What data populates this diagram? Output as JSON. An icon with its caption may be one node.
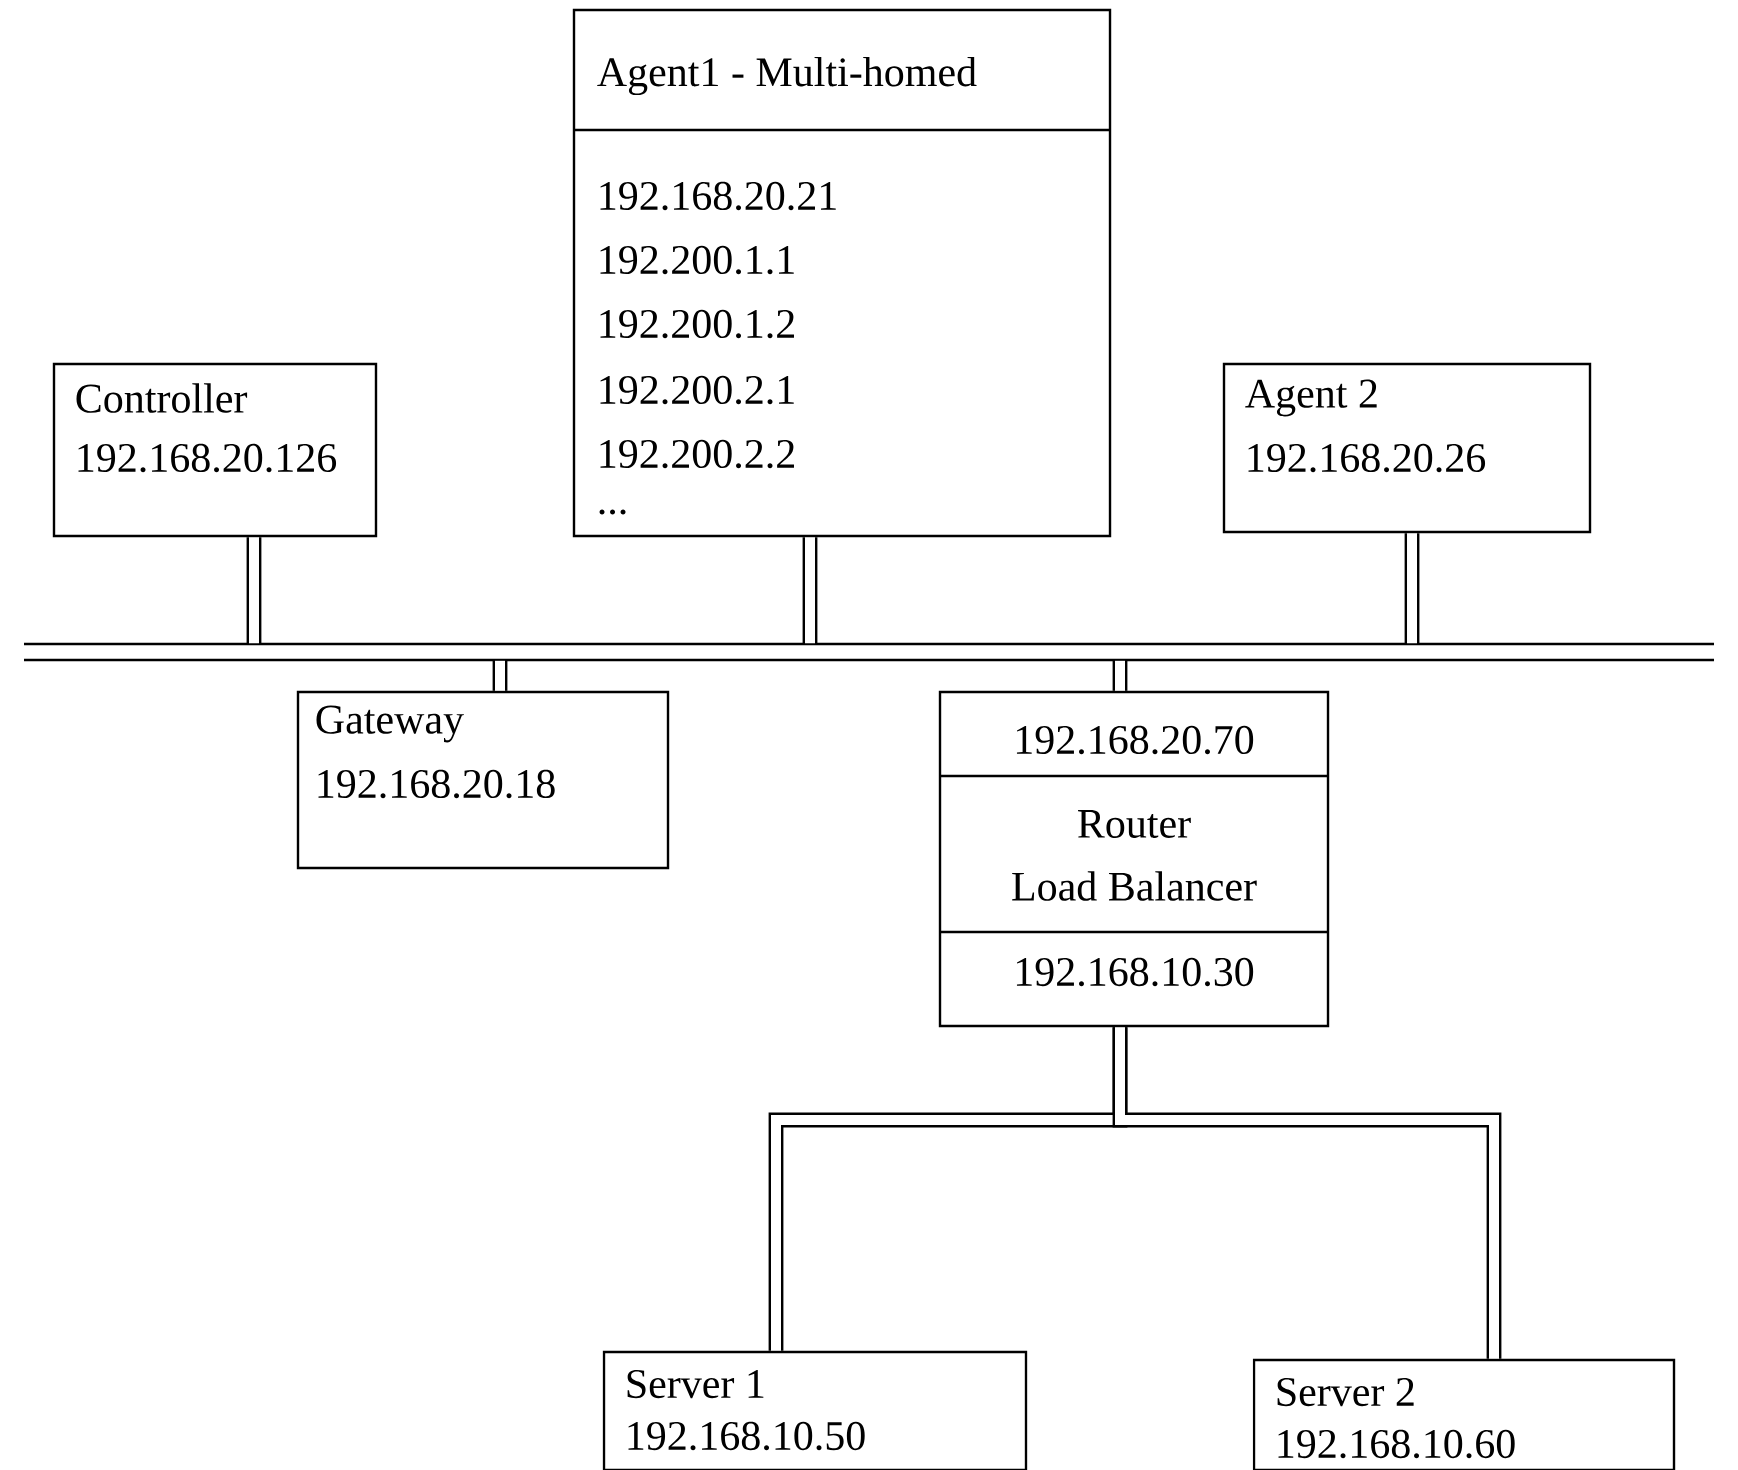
{
  "diagram": {
    "nodes": [
      {
        "text": [
          "Agent1 - Multi-homed",
          "192.168.20.21",
          "192.200.1.1",
          "192.200.1.2",
          "192.200.2.1",
          "192.200.2.2",
          "..."
        ]
      },
      {
        "text": [
          "Controller",
          "192.168.20.126"
        ]
      },
      {
        "text": [
          "Agent 2",
          "192.168.20.26"
        ]
      },
      {
        "text": [],
        "shape": "bar"
      },
      {
        "text": [
          "Gateway",
          "192.168.20.18"
        ]
      },
      {
        "text": [
          "192.168.20.70",
          "Router",
          "Load Balancer",
          "192.168.10.30"
        ]
      },
      {
        "text": [
          "Server 1",
          "192.168.10.50"
        ]
      },
      {
        "text": [
          "Server 2",
          "192.168.10.60"
        ]
      }
    ],
    "edges": [
      {
        "from": 1,
        "to": 3,
        "arrow": "none"
      },
      {
        "from": 0,
        "to": 3,
        "arrow": "none"
      },
      {
        "from": 2,
        "to": 3,
        "arrow": "none"
      },
      {
        "from": 3,
        "to": 4,
        "arrow": "none"
      },
      {
        "from": 3,
        "to": 5,
        "arrow": "none"
      },
      {
        "from": 5,
        "to": 6,
        "arrow": "none"
      },
      {
        "from": 5,
        "to": 7,
        "arrow": "none"
      }
    ]
  }
}
